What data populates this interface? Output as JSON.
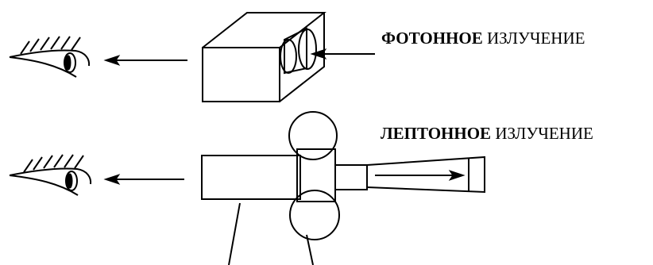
{
  "labels": {
    "photon": {
      "bold": "ФОТОННОЕ",
      "rest": " ИЗЛУЧЕНИЕ"
    },
    "lepton": {
      "bold": "ЛЕПТОННОЕ",
      "rest": " ИЗЛУЧЕНИЕ"
    }
  },
  "icons": {
    "eye": "eye-icon",
    "camera": "camera-icon",
    "projector": "projector-icon",
    "arrow": "arrow-left-icon"
  },
  "colors": {
    "ink": "#000000",
    "background": "#ffffff"
  }
}
